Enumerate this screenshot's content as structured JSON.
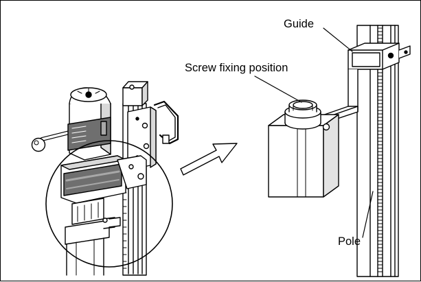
{
  "labels": {
    "guide": "Guide",
    "screw_fixing_position": "Screw fixing position",
    "pole": "Pole"
  },
  "colors": {
    "line": "#000000",
    "background": "#ffffff",
    "drill_body": "#6f6f6f",
    "drill_band": "#a8a8a8",
    "shade": "#d9d9d9"
  },
  "icons": [
    "arrow-icon",
    "drill-icon",
    "magnifier-circle-icon"
  ]
}
